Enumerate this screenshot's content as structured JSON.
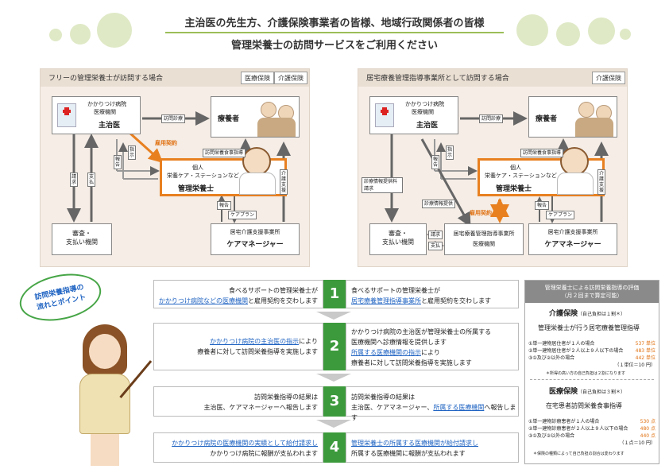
{
  "header": {
    "line1": "主治医の先生方、介護保険事業者の皆様、地域行政関係者の皆様",
    "line2": "管理栄養士の訪問サービスをご利用ください"
  },
  "left_panel": {
    "title": "フリーの管理栄養士が訪問する場合",
    "tags": [
      "医療保険",
      "介護保険"
    ],
    "doctor_box": {
      "line1": "かかりつけ病院",
      "line2": "医療機関",
      "name": "主治医"
    },
    "patient_box": {
      "name": "療養者"
    },
    "dietitian_box": {
      "line1": "個人",
      "line2": "栄養ケア・ステーションなど",
      "name": "管理栄養士"
    },
    "review_box": {
      "line1": "審査・",
      "line2": "支払い機関"
    },
    "care_box": {
      "line1": "居宅介護支援事業所",
      "name": "ケアマネージャー"
    },
    "labels": {
      "visit_exam": "訪問診療",
      "employment": "雇用契約",
      "nutrition_guidance": "訪問栄養食事指導",
      "instruction": "指示",
      "report": "報告",
      "claim": "請求",
      "payment": "支払",
      "care_report": "報告",
      "care_plan": "ケアプラン",
      "care_support": "介護支援"
    }
  },
  "right_panel": {
    "title": "居宅療養管理指導事業所として訪問する場合",
    "tags": [
      "介護保険"
    ],
    "doctor_box": {
      "line1": "かかりつけ病院",
      "line2": "医療機関",
      "name": "主治医"
    },
    "patient_box": {
      "name": "療養者"
    },
    "dietitian_box": {
      "line1": "個人",
      "line2": "栄養ケア・ステーションなど",
      "name": "管理栄養士"
    },
    "review_box": {
      "line1": "審査・",
      "line2": "支払い機関"
    },
    "office_box": {
      "line1": "居宅療養管理指導事業所",
      "line2": "医療機関"
    },
    "care_box": {
      "line1": "居宅介護支援事業所",
      "name": "ケアマネージャー"
    },
    "labels": {
      "visit_exam": "訪問診療",
      "nutrition_guidance": "訪問栄養食事指導",
      "instruction": "指示",
      "report": "報告",
      "info_request": "診療情報提供料請求",
      "info_provide": "診療情報提供",
      "employment": "雇用契約",
      "claim": "請求",
      "payment": "支払",
      "care_report": "報告",
      "care_plan": "ケアプラン",
      "care_support": "介護支援"
    }
  },
  "flow_badge": {
    "line1": "訪問栄養指導の",
    "line2": "流れとポイント"
  },
  "steps": [
    {
      "number": "1",
      "left_a": "食べるサポートの管理栄養士が",
      "left_b_em": "かかりつけ病院などの医療機関",
      "left_b_rest": "と雇用契約を交わします",
      "right_a": "食べるサポートの管理栄養士が",
      "right_b_em": "居宅療養管理指導事業所",
      "right_b_rest": "と雇用契約を交わします"
    },
    {
      "number": "2",
      "left_a_em": "かかりつけ病院の主治医の指示",
      "left_a_rest": "により",
      "left_b": "療養者に対して訪問栄養指導を実施します",
      "right_a": "かかりつけ病院の主治医が管理栄養士の所属する",
      "right_b": "医療機関へ診療情報を提供します",
      "right_c_em": "所属する医療機関の指示",
      "right_c_rest": "により",
      "right_d": "療養者に対して訪問栄養指導を実施します"
    },
    {
      "number": "3",
      "left_a": "訪問栄養指導の結果は",
      "left_b": "主治医、ケアマネージャーへ報告します",
      "right_a": "訪問栄養指導の結果は",
      "right_b_pre": "主治医、ケアマネージャー、",
      "right_b_em": "所属する医療機関",
      "right_b_rest": "へ報告します"
    },
    {
      "number": "4",
      "left_a_em": "かかりつけ病院の医療機関の実績として給付請求し",
      "left_b": "かかりつけ病院に報酬が支払われます",
      "right_a_em": "管理栄養士の所属する医療機関が給付請求し",
      "right_b": "所属する医療機関に報酬が支払われます"
    }
  ],
  "evaluation": {
    "title": "管理栄養士による訪問栄養指導の評価",
    "subtitle": "（月２回まで算定可能）",
    "care": {
      "heading": "介護保険",
      "burden": "（自己負担は１割＊）",
      "name": "管理栄養士が行う居宅療養管理指導",
      "rows": [
        {
          "label": "①単一建物居住者が１人の場合",
          "value": "537 単位"
        },
        {
          "label": "②単一建物居住者が２人以上９人以下の場合",
          "value": "483 単位"
        },
        {
          "label": "③①及び②以外の場合",
          "value": "442 単位"
        }
      ],
      "unit_note": "（１単位＝10 円）",
      "footnote": "＊所得の高い方の自己負担は２割になります"
    },
    "medical": {
      "heading": "医療保険",
      "burden": "（自己負担は３割＊）",
      "name": "在宅患者訪問栄養食事指導",
      "rows": [
        {
          "label": "①単一建物診療患者が１人の場合",
          "value": "530 点"
        },
        {
          "label": "②単一建物診療患者が２人以上９人以下の場合",
          "value": "480 点"
        },
        {
          "label": "③①及び②以外の場合",
          "value": "440 点"
        }
      ],
      "unit_note": "（１点＝10 円）",
      "footnote": "＊保険の種類によって自己負担の割合は変わります"
    }
  }
}
